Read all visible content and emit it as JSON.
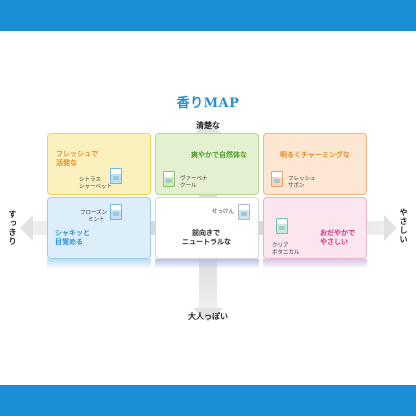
{
  "title": "香りMAP",
  "axes": {
    "top": "清楚な",
    "bottom": "大人っぽい",
    "left": "すっきり",
    "right": "やさしい"
  },
  "quadrants": {
    "yellow": {
      "category": [
        "フレッシュで",
        "活発な"
      ],
      "product": [
        "シトラス",
        "シャーベット"
      ]
    },
    "green": {
      "category": [
        "爽やかで自然体な"
      ],
      "product": [
        "ヴァーベナ",
        "クール"
      ]
    },
    "orange": {
      "category": [
        "明るくチャーミングな"
      ],
      "product": [
        "フレッシュ",
        "サボン"
      ]
    },
    "blue": {
      "category": [
        "シャキッと",
        "目覚める"
      ],
      "product": [
        "フローズン",
        "ミント"
      ]
    },
    "white": {
      "category": [
        "前向きで",
        "ニュートラルな"
      ],
      "product": [
        "せっけん"
      ]
    },
    "pink": {
      "category": [
        "おだやかで",
        "やさしい"
      ],
      "product": [
        "クリア",
        "ボタニカル"
      ]
    }
  },
  "colors": {
    "band": "#1a8fd6",
    "title": "#2a8fd1",
    "orange_text": "#e9891b",
    "green_text": "#4f9b2b",
    "blue_text": "#2a8fd1",
    "pink_text": "#d8297a"
  }
}
